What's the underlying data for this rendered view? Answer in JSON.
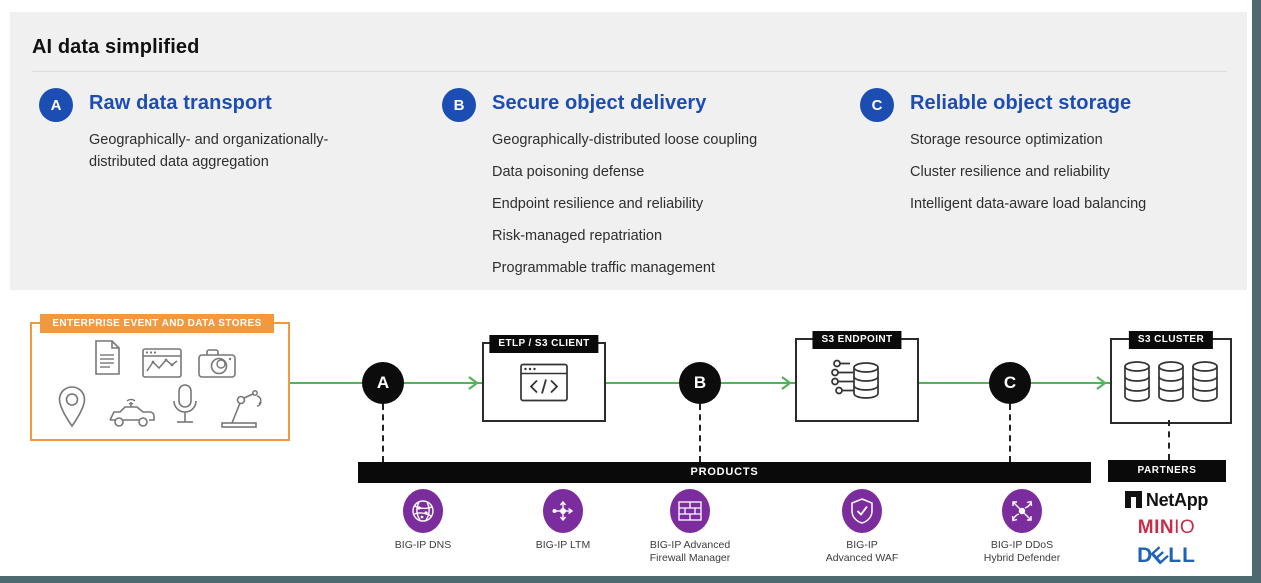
{
  "header": {
    "title": "AI data simplified"
  },
  "colors": {
    "accent_blue": "#1b4db3",
    "orange": "#f0993e",
    "green": "#54b25a",
    "purple": "#7b2d9e",
    "bar_black": "#0a0a0a",
    "edge_teal": "#4d6a70",
    "panel_gray": "#f0f0f1",
    "minio_red": "#c72c48",
    "dell_blue": "#1f63b5"
  },
  "sections": [
    {
      "letter": "A",
      "heading": "Raw data transport",
      "items": [
        "Geographically- and organizationally-distributed data aggregation"
      ]
    },
    {
      "letter": "B",
      "heading": "Secure object delivery",
      "items": [
        "Geographically-distributed loose coupling",
        "Data poisoning defense",
        "Endpoint resilience and reliability",
        "Risk-managed repatriation",
        "Programmable traffic management"
      ]
    },
    {
      "letter": "C",
      "heading": "Reliable object storage",
      "items": [
        "Storage resource optimization",
        "Cluster resilience and reliability",
        "Intelligent data-aware load balancing"
      ]
    }
  ],
  "diagram": {
    "source_box": {
      "label": "ENTERPRISE EVENT AND DATA STORES",
      "icons": [
        "document-icon",
        "chart-window-icon",
        "camera-icon",
        "location-pin-icon",
        "connected-car-icon",
        "microphone-icon",
        "robot-arm-icon"
      ]
    },
    "flow_nodes": [
      {
        "letter": "A"
      },
      {
        "letter": "B"
      },
      {
        "letter": "C"
      }
    ],
    "stages": [
      {
        "label": "ETLP / S3 CLIENT",
        "icon": "code-window-icon"
      },
      {
        "label": "S3 ENDPOINT",
        "icon": "database-network-icon"
      },
      {
        "label": "S3 CLUSTER",
        "icon": "database-cluster-icon"
      }
    ],
    "products_bar_label": "PRODUCTS",
    "products": [
      {
        "line1": "BIG-IP DNS",
        "line2": "",
        "icon": "globe-network-icon"
      },
      {
        "line1": "BIG-IP LTM",
        "line2": "",
        "icon": "load-balancer-icon"
      },
      {
        "line1": "BIG-IP Advanced",
        "line2": "Firewall Manager",
        "icon": "firewall-bricks-icon"
      },
      {
        "line1": "BIG-IP",
        "line2": "Advanced WAF",
        "icon": "shield-check-icon"
      },
      {
        "line1": "BIG-IP DDoS",
        "line2": "Hybrid Defender",
        "icon": "ddos-scatter-icon"
      }
    ],
    "partners_bar_label": "PARTNERS",
    "partners": [
      {
        "name": "NetApp",
        "text": "NetApp"
      },
      {
        "name": "MinIO",
        "text_bold": "MIN",
        "text_light": "IO"
      },
      {
        "name": "Dell",
        "d": "D",
        "e": "E",
        "ll": "LL"
      }
    ]
  }
}
